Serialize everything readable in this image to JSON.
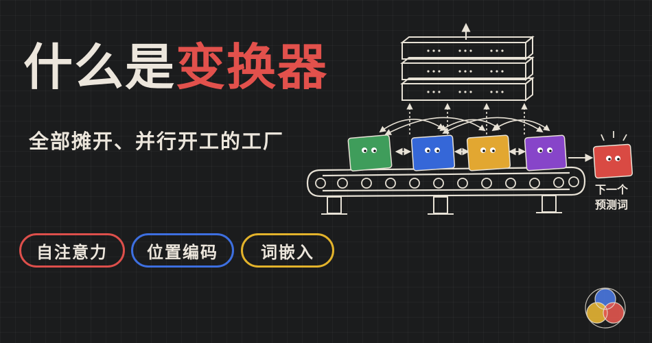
{
  "title": {
    "part1": "什么是",
    "part2": "变换器"
  },
  "subtitle": "全部摊开、并行开工的工厂",
  "chips": [
    {
      "label": "自注意力",
      "color": "#dd4f4b"
    },
    {
      "label": "位置编码",
      "color": "#3d6fe0"
    },
    {
      "label": "词嵌入",
      "color": "#e3b32b"
    }
  ],
  "diagram": {
    "token_colors": [
      "#3f9d5b",
      "#3567d8",
      "#e2a731",
      "#8745c9"
    ],
    "output_color": "#d94a43",
    "output_label": {
      "line1": "下一个",
      "line2": "预测词"
    }
  },
  "icons": [
    "up-arrow-icon",
    "eyes-icon",
    "logo-icon"
  ]
}
